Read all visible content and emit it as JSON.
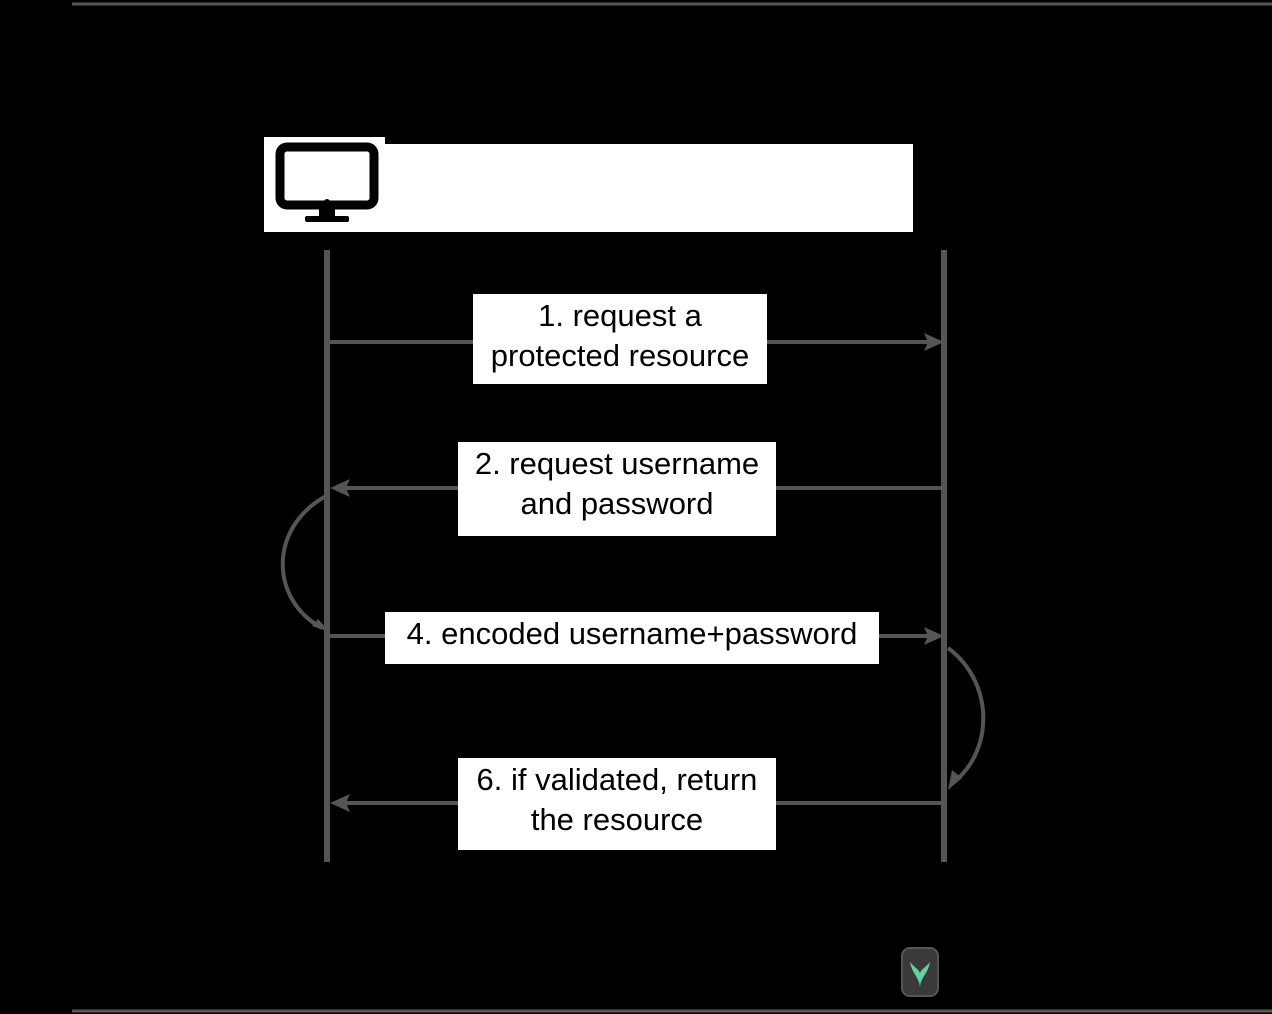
{
  "diagram": {
    "icons": {
      "client": "desktop-monitor-icon",
      "logo": "brand-logo-icon"
    },
    "colors": {
      "background": "#000000",
      "lifeline": "#555555",
      "label_background": "#ffffff",
      "text": "#000000",
      "logo_accent": "#5fd3a0"
    },
    "messages": [
      {
        "lines": [
          "1. request a",
          "protected resource"
        ],
        "direction": "client-to-server"
      },
      {
        "lines": [
          "2. request username",
          "and password"
        ],
        "direction": "server-to-client"
      },
      {
        "lines": [
          "4. encoded username+password"
        ],
        "direction": "client-to-server"
      },
      {
        "lines": [
          "6. if validated, return",
          "the resource"
        ],
        "direction": "server-to-client"
      }
    ]
  }
}
